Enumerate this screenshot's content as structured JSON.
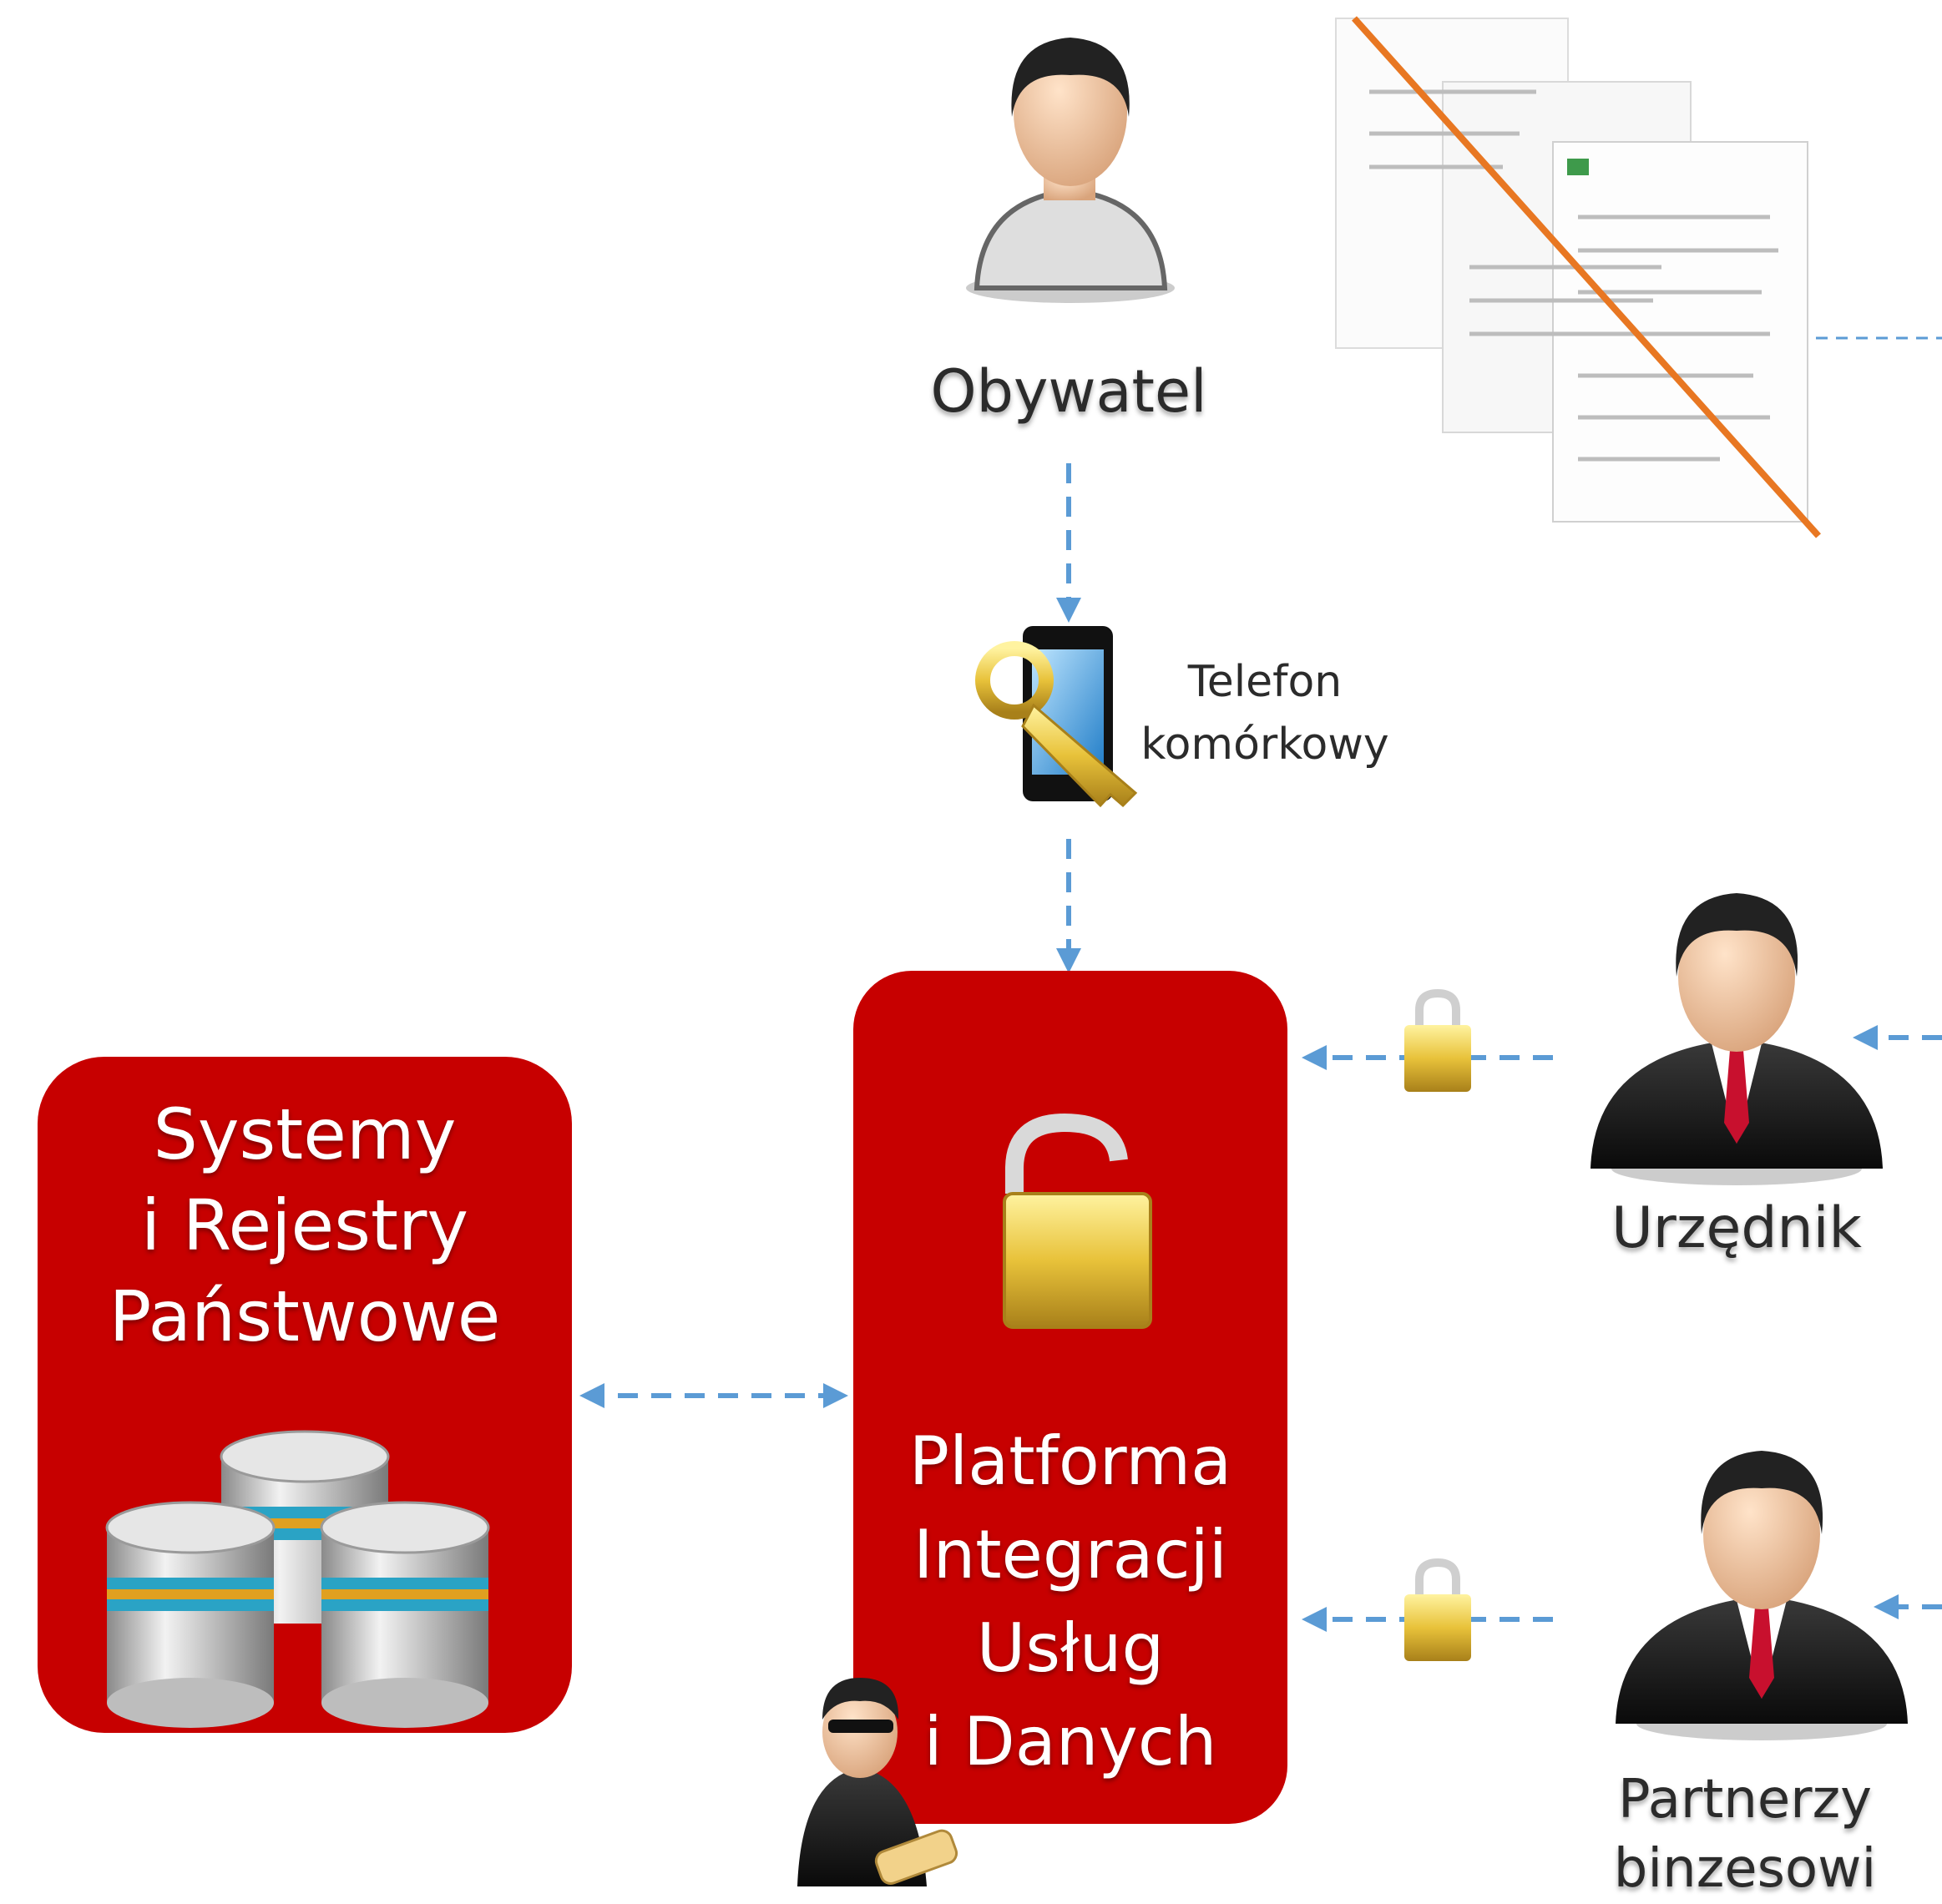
{
  "diagram": {
    "actors": {
      "citizen": "Obywatel",
      "clerk": "Urzędnik",
      "partners": [
        "Partnerzy",
        "binzesowi"
      ]
    },
    "phone_label": [
      "Telefon",
      "komórkowy"
    ],
    "registries_box": [
      "Systemy",
      "i Rejestry",
      "Państwowe"
    ],
    "platform_box": [
      "Platforma",
      "Integracji",
      "Usług",
      "i Danych"
    ]
  },
  "colors": {
    "box_red": "#c70000",
    "arrow_blue": "#5b9bd5",
    "strike_orange": "#e87722",
    "padlock_gold": "#e8c23a"
  },
  "icons": [
    "person-icon",
    "businessman-icon",
    "agent-icon",
    "phone-key-icon",
    "padlock-icon",
    "open-padlock-icon",
    "database-icon",
    "document-stack-icon"
  ]
}
